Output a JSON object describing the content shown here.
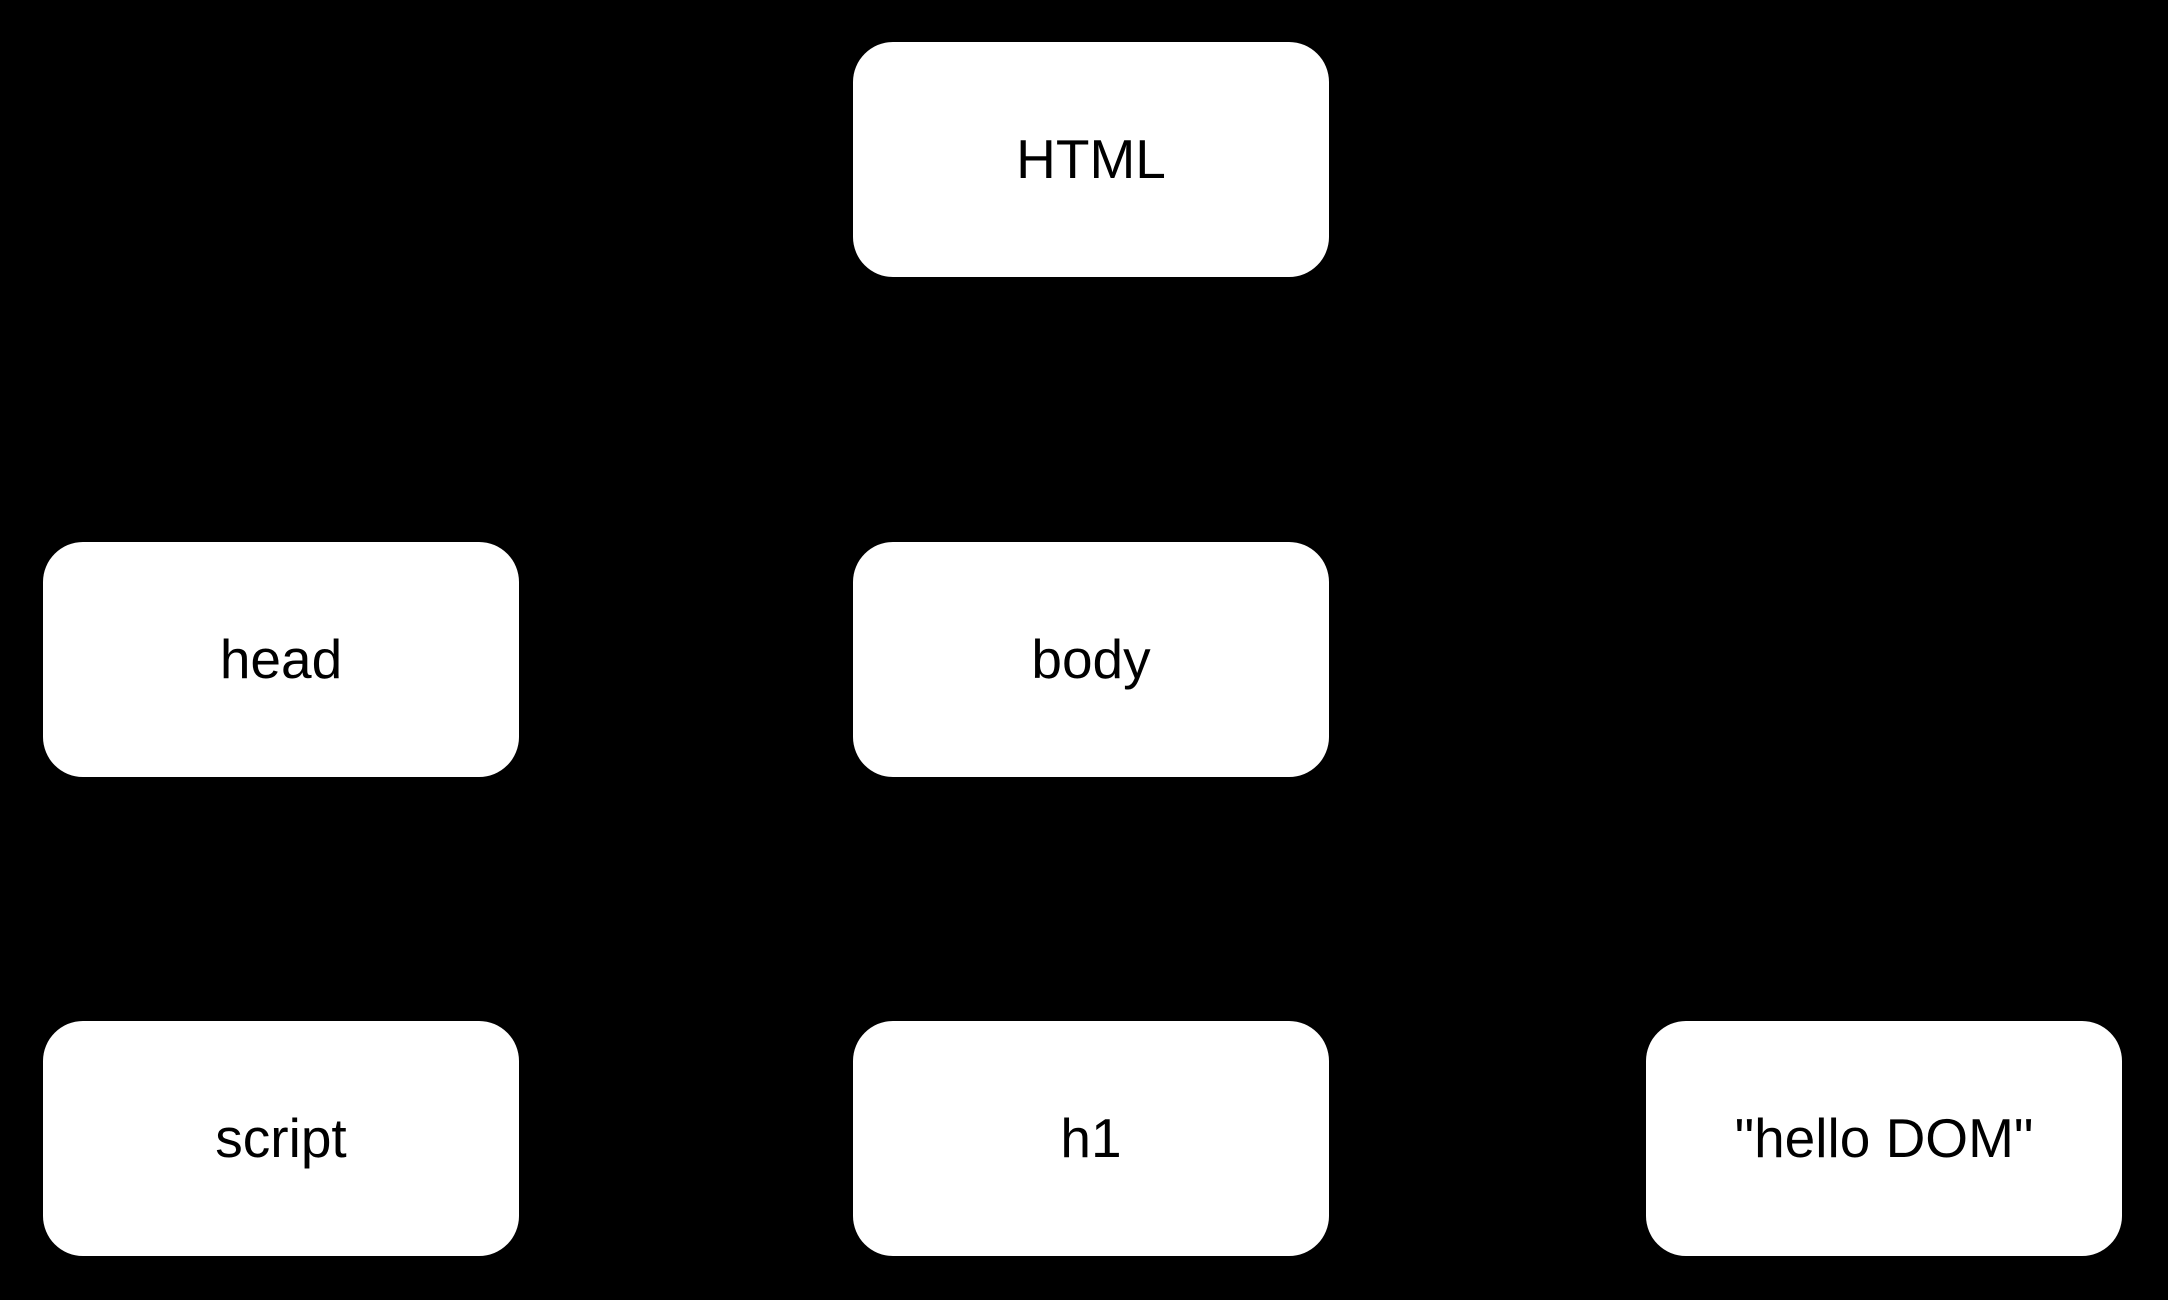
{
  "diagram": {
    "type": "dom-tree",
    "colors": {
      "background": "#000000",
      "node_fill": "#ffffff",
      "node_text": "#000000"
    },
    "nodes": [
      {
        "id": "html",
        "label": "HTML"
      },
      {
        "id": "head",
        "label": "head"
      },
      {
        "id": "body",
        "label": "body"
      },
      {
        "id": "script",
        "label": "script"
      },
      {
        "id": "h1",
        "label": "h1"
      },
      {
        "id": "hello-dom",
        "label": "\"hello DOM\""
      }
    ]
  }
}
